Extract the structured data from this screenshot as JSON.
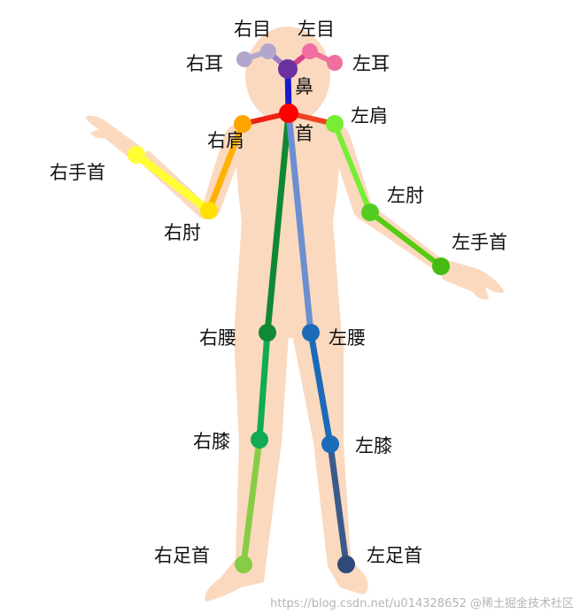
{
  "diagram": {
    "labels": {
      "right_eye": "右目",
      "left_eye": "左目",
      "right_ear": "右耳",
      "left_ear": "左耳",
      "nose": "鼻",
      "neck": "首",
      "right_shoulder": "右肩",
      "left_shoulder": "左肩",
      "right_elbow": "右肘",
      "left_elbow": "左肘",
      "right_wrist": "右手首",
      "left_wrist": "左手首",
      "right_hip": "右腰",
      "left_hip": "左腰",
      "right_knee": "右膝",
      "left_knee": "左膝",
      "right_ankle": "右足首",
      "left_ankle": "左足首"
    },
    "colors": {
      "body": "#fbd9bf",
      "right_eye": "#b3a6cc",
      "right_ear": "#b3a6cc",
      "left_eye": "#f06fa0",
      "left_ear": "#f06fa0",
      "nose": "#6a2fa0",
      "nose_link": "#1a1acc",
      "neck": "#ff0000",
      "right_shoulder": "#ffa500",
      "right_elbow": "#ffe000",
      "right_wrist": "#ffff33",
      "left_shoulder": "#77ee33",
      "left_elbow": "#55cc22",
      "left_wrist": "#44bb11",
      "right_hip": "#118833",
      "right_knee": "#11aa55",
      "right_ankle": "#88cc44",
      "left_hip": "#1c6bb8",
      "left_knee": "#1c6bb8",
      "left_ankle": "#2f4a7a",
      "spine_right": "#118833",
      "spine_left": "#6b8fd0"
    }
  },
  "watermark": "https://blog.csdn.net/u014328652 @稀土掘金技术社区"
}
